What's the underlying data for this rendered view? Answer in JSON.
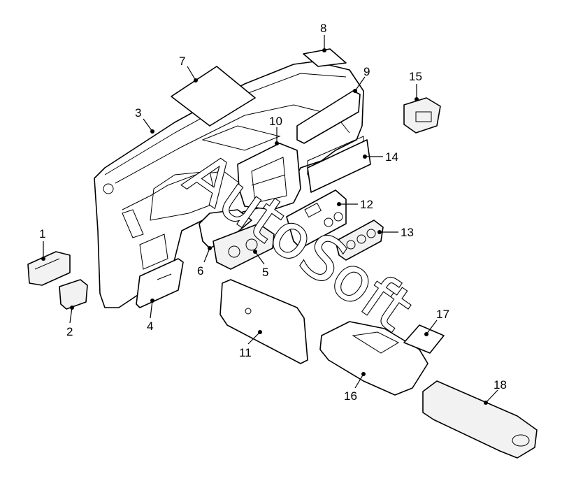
{
  "diagram": {
    "callouts": [
      "1",
      "2",
      "3",
      "4",
      "5",
      "6",
      "7",
      "8",
      "9",
      "10",
      "11",
      "12",
      "13",
      "14",
      "15",
      "16",
      "17",
      "18"
    ],
    "watermark": "AutoSoft",
    "colors": {
      "line": "#000000",
      "background": "#ffffff",
      "part_tint": "#f2f2f2"
    }
  }
}
